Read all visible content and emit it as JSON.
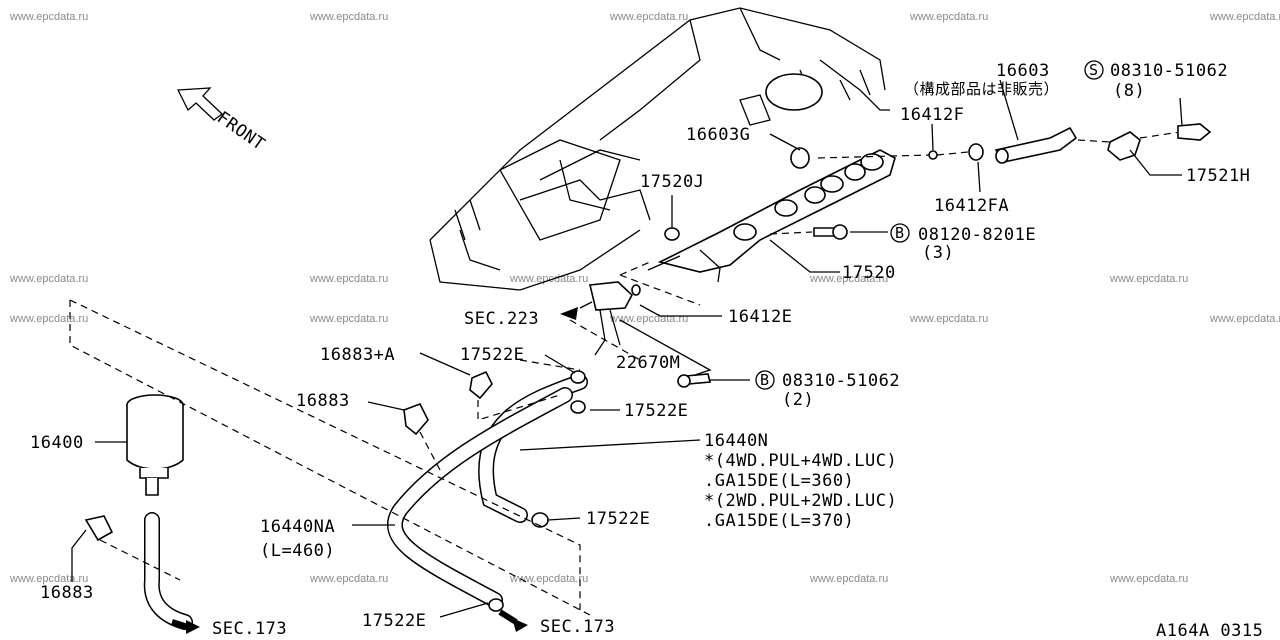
{
  "watermark": "www.epcdata.ru",
  "front_label": "FRONT",
  "diagram_code": "A164A 0315",
  "labels": {
    "p16603": "16603",
    "note_jp": "（構成部品は非販売）",
    "s_bolt_symbol": "S",
    "s_bolt": "08310-51062",
    "s_bolt_qty": "(8)",
    "p16412F": "16412F",
    "p16603G": "16603G",
    "p17521H": "17521H",
    "p16412FA": "16412FA",
    "p17520J": "17520J",
    "b_bolt1_symbol": "B",
    "b_bolt1": "08120-8201E",
    "b_bolt1_qty": "(3)",
    "p17520": "17520",
    "sec223": "SEC.223",
    "p16412E": "16412E",
    "p16883A": "16883+A",
    "p17522E_a": "17522E",
    "p22670M": "22670M",
    "b_bolt2_symbol": "B",
    "b_bolt2": "08310-51062",
    "b_bolt2_qty": "(2)",
    "p16883_top": "16883",
    "p17522E_b": "17522E",
    "p16400": "16400",
    "p16440N": "16440N",
    "note1": "*(4WD.PUL+4WD.LUC)",
    "note2": ".GA15DE(L=360)",
    "note3": "*(2WD.PUL+2WD.LUC)",
    "note4": ".GA15DE(L=370)",
    "p17522E_c": "17522E",
    "p16440NA": "16440NA",
    "p16440NA_len": "(L=460)",
    "p16883_bottom": "16883",
    "sec173_left": "SEC.173",
    "p17522E_d": "17522E",
    "sec173_right": "SEC.173"
  }
}
